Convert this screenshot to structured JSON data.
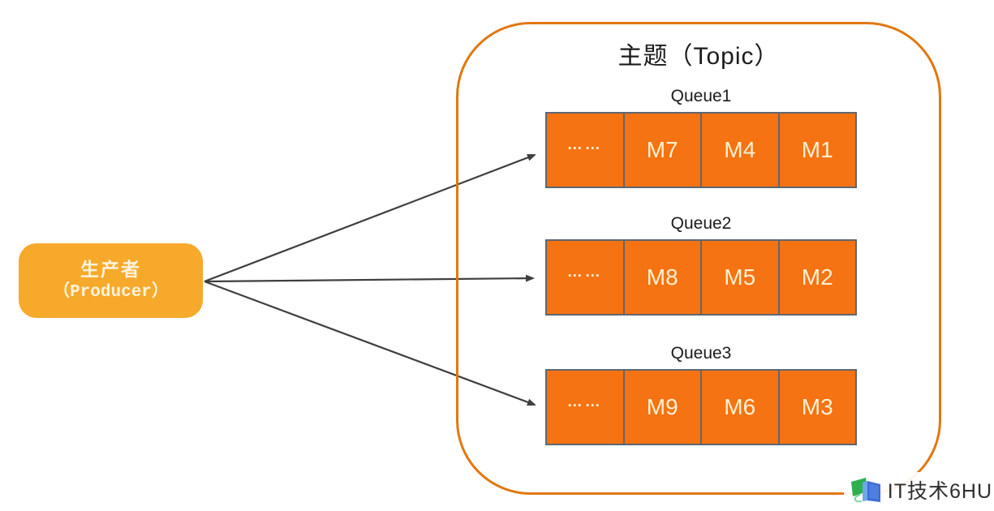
{
  "producer": {
    "title": "生产者",
    "subtitle": "（Producer）"
  },
  "topic": {
    "title": "主题（Topic）"
  },
  "queues": [
    {
      "label": "Queue1",
      "cells": [
        "……",
        "M7",
        "M4",
        "M1"
      ]
    },
    {
      "label": "Queue2",
      "cells": [
        "……",
        "M8",
        "M5",
        "M2"
      ]
    },
    {
      "label": "Queue3",
      "cells": [
        "……",
        "M9",
        "M6",
        "M3"
      ]
    }
  ],
  "watermark": {
    "text": "IT技术6HU"
  },
  "colors": {
    "producer_fill": "#F7A92B",
    "producer_text": "#FCF3DC",
    "topic_border": "#E2770D",
    "queue_cell_fill": "#F57312",
    "queue_cell_border": "#5D6770",
    "queue_cell_text": "#FCF1D3",
    "arrow": "#3F3F3F",
    "label_text": "#1B1B1B",
    "watermark_text": "#2E2E2E",
    "logo_green": "#2EAE4F",
    "logo_blue": "#3D6BD6",
    "logo_blue_light": "#6FA8E8"
  }
}
